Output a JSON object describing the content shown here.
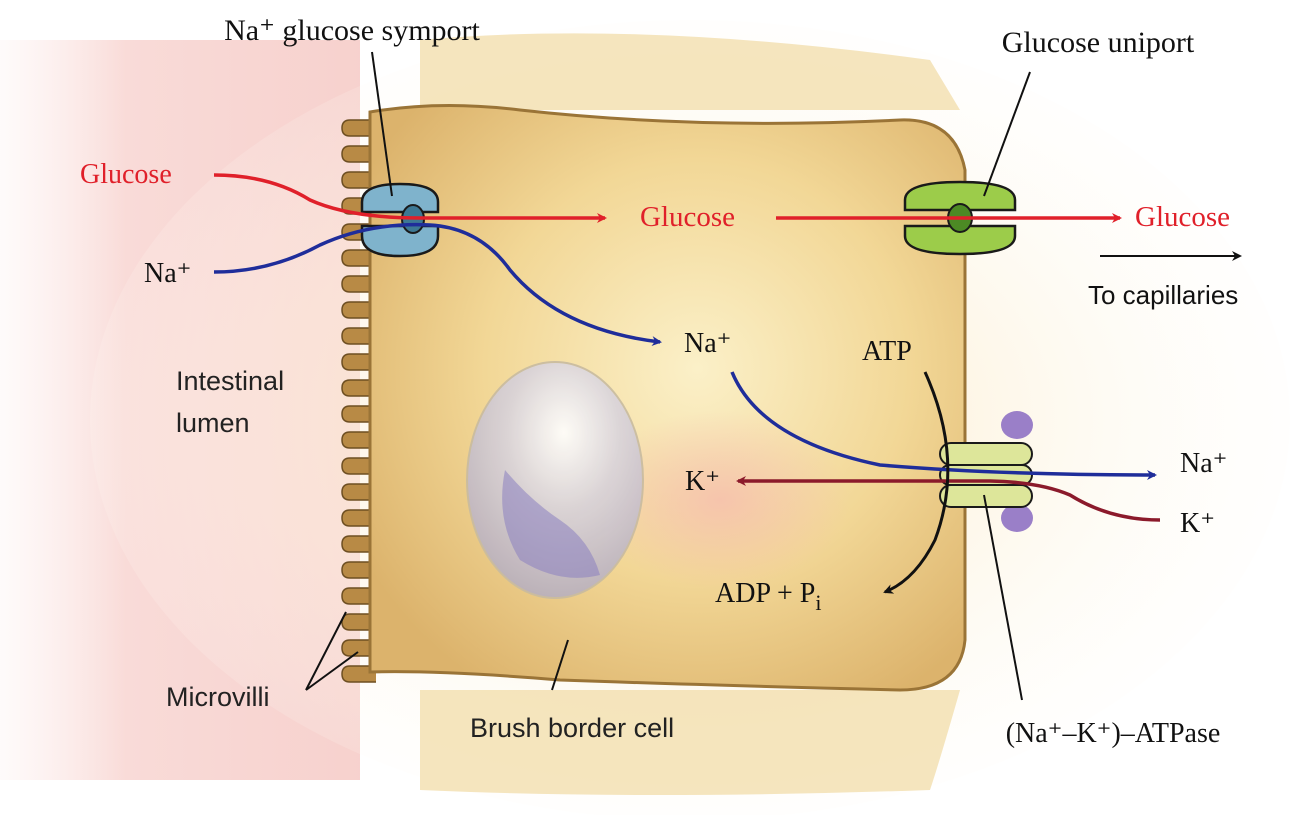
{
  "labels": {
    "symport": "Na⁺ glucose symport",
    "uniport": "Glucose uniport",
    "glucose_left": "Glucose",
    "glucose_middle": "Glucose",
    "glucose_right": "Glucose",
    "na_left": "Na⁺",
    "na_middle": "Na⁺",
    "na_right": "Na⁺",
    "k_left": "K⁺",
    "k_right": "K⁺",
    "atp": "ATP",
    "adp_main": "ADP + P",
    "adp_sub": "i",
    "to_capillaries": "To capillaries",
    "lumen_line1": "Intestinal",
    "lumen_line2": "lumen",
    "microvilli": "Microvilli",
    "brush_border": "Brush border cell",
    "atpase": "(Na⁺–K⁺)–ATPase"
  },
  "colors": {
    "glucose": "#e0202a",
    "sodium": "#1f2d9a",
    "potassium": "#8b1a2b",
    "symport_protein": "#7fb3cc",
    "uniport_protein": "#9ccc4a",
    "pump_protein": "#dde69a",
    "pump_subunit": "#9a7fc8",
    "cell_membrane": "#b78f45",
    "cytoplasm": "#f3dba0",
    "lumen": "#f6c9c4"
  }
}
